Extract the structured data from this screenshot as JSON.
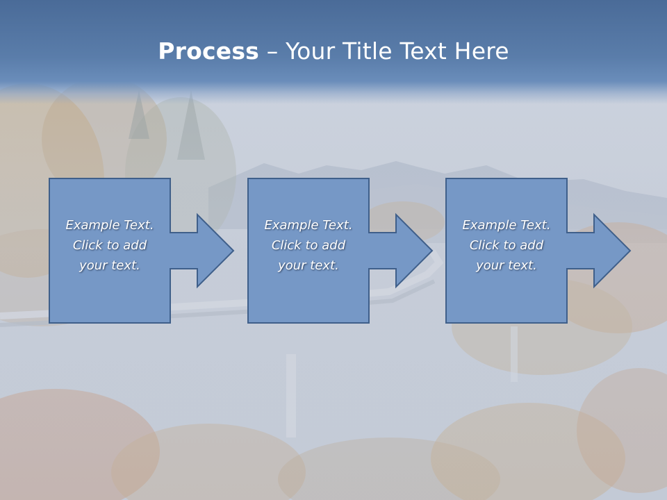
{
  "slide": {
    "title_bold": "Process",
    "title_rest": " – Your Title Text Here"
  },
  "steps": [
    {
      "line1": "Example Text.",
      "line2": "Click  to add",
      "line3": "your text."
    },
    {
      "line1": "Example Text.",
      "line2": "Click  to add",
      "line3": "your text."
    },
    {
      "line1": "Example Text.",
      "line2": "Click  to add",
      "line3": "your text."
    }
  ],
  "colors": {
    "title_band": "#5a7daa",
    "arrow_fill": "#7698c6",
    "arrow_stroke": "#3f5f8a",
    "text": "#ffffff"
  }
}
